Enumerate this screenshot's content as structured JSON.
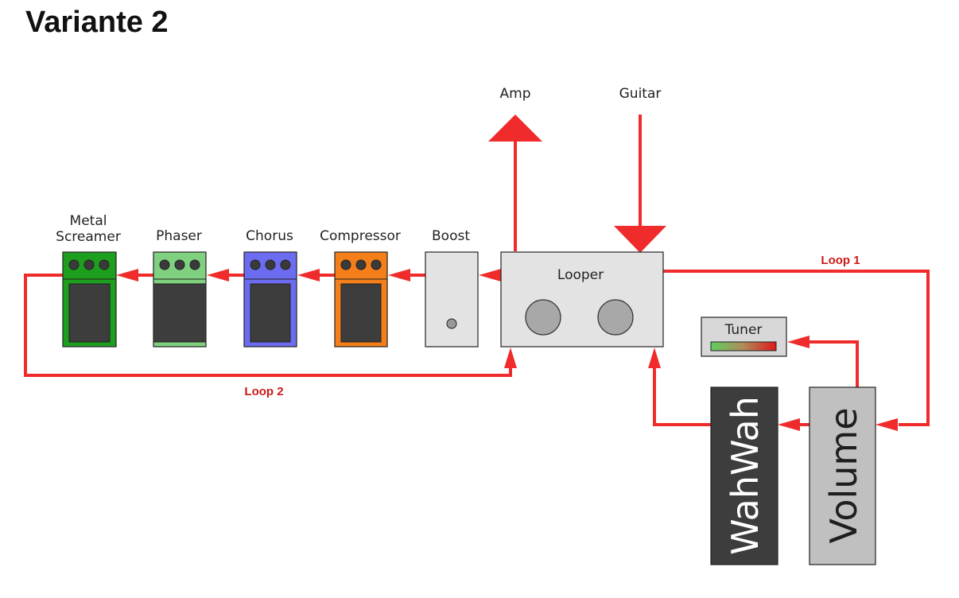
{
  "title": "Variante 2",
  "labels": {
    "amp": "Amp",
    "guitar": "Guitar",
    "loop1": "Loop 1",
    "loop2": "Loop 2"
  },
  "pedals": {
    "metal_screamer": {
      "label_line1": "Metal",
      "label_line2": "Screamer",
      "color": "#1e9e1e"
    },
    "phaser": {
      "label": "Phaser",
      "color": "#7fd07f"
    },
    "chorus": {
      "label": "Chorus",
      "color": "#6c6cf0"
    },
    "compressor": {
      "label": "Compressor",
      "color": "#f47e1a"
    },
    "boost": {
      "label": "Boost",
      "color": "#e3e3e3"
    },
    "looper": {
      "label": "Looper",
      "color": "#e3e3e3"
    },
    "tuner": {
      "label": "Tuner",
      "color": "#d8d8d8"
    },
    "wahwah": {
      "label": "WahWah",
      "color": "#3d3d3d"
    },
    "volume": {
      "label": "Volume",
      "color": "#c0c0c0"
    }
  },
  "colors": {
    "signal": "#f02b2b",
    "loop_label": "#cc1a1a",
    "knob": "#3a3a3a",
    "pedal_body": "#3d3d3d"
  }
}
